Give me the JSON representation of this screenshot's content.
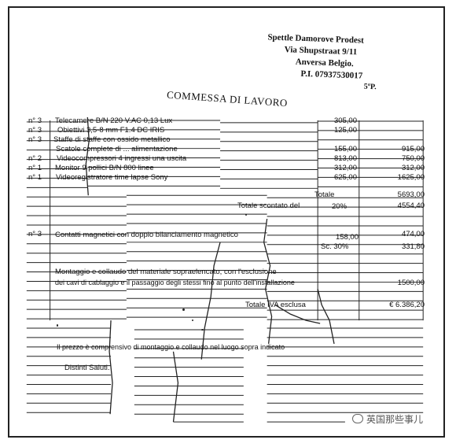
{
  "header": {
    "line1": "Spettle Damorove Prodest",
    "line2": "Via Shupstraat 9/11",
    "line3": "Anversa  Belgio.",
    "line4": "P.I. 07937530017",
    "suffix": "5ºP."
  },
  "title": "COMMESSA DI LAVORO",
  "rows": [
    {
      "qty": "n° 3",
      "desc": "Telecamere B/N  220 V.AC  0,13 Lux",
      "price": "305,00",
      "total": ""
    },
    {
      "qty": "n° 3",
      "desc": "Obiettivi  3,5-8 mm F1.4  DC IRIS",
      "price": "125,00",
      "total": ""
    },
    {
      "qty": "n° 3",
      "desc": "Staffe di staffe con ossido metallico",
      "price": "",
      "total": ""
    },
    {
      "qty": "",
      "desc": "Scatole complete di ... alimentazione",
      "price": "155,00",
      "total": "915,00"
    },
    {
      "qty": "n° 2",
      "desc": "Videocompressori 4 ingressi una uscita",
      "price": "813,00",
      "total": "750,00"
    },
    {
      "qty": "n° 1",
      "desc": "Monitor 9 pollici B/N 800 linee",
      "price": "312,00",
      "total": "312,00"
    },
    {
      "qty": "n° 1",
      "desc": "Videoregistratore time lapse  Sony",
      "price": "625,00",
      "total": "1625,00"
    }
  ],
  "totale_label": "Totale",
  "totale_value": "5693,00",
  "sconto_label": "Totale scontato del",
  "sconto_percent": "20%",
  "sconto_value": "4554,40",
  "contatti": {
    "qty": "n° 3",
    "desc": "Contatti magnetici con doppio bilanciamento magnetico",
    "price": "158,00",
    "total": "474,00"
  },
  "contatti_sc_label": "Sc. 30%",
  "contatti_sc_value": "331,80",
  "montaggio_line1": "Montaggio e collaudo del materiale sopraelencato, con l'esclusione",
  "montaggio_line2": "dei cavi di cablaggio e il passaggio degli stessi fino al punto dell'installazione",
  "montaggio_value": "1500,00",
  "iva_label": "Totale IVA esclusa",
  "iva_value": "€ 6.386,20",
  "note": "Il prezzo è comprensivo di montaggio e collaudo nel luogo sopra indicato",
  "closing": "Distinti Saluti.",
  "watermark": "英国那些事儿"
}
